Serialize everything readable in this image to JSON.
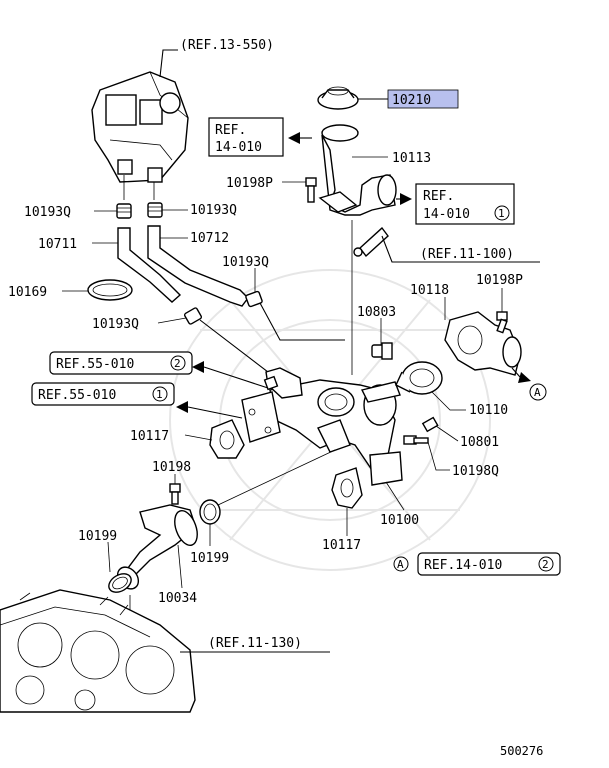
{
  "diagram_id": "500276",
  "highlight_color": "#b8c0ee",
  "refs": {
    "top": "(REF.13-550)",
    "r14_left_1": "REF.",
    "r14_left_2": "14-010",
    "r14_right_1": "REF.",
    "r14_right_2": "14-010",
    "r14_right_num": "1",
    "r11_100": "(REF.11-100)",
    "r55_a": "REF.55-010",
    "r55_a_num": "2",
    "r55_b": "REF.55-010",
    "r55_b_num": "1",
    "r14_bottom": "REF.14-010",
    "r14_bottom_num": "2",
    "r14_bottom_circle": "A",
    "r11_130": "(REF.11-130)",
    "outlet_circle": "A"
  },
  "parts": {
    "p10210": "10210",
    "p10113": "10113",
    "p10198P_a": "10198P",
    "p10193Q_a": "10193Q",
    "p10193Q_b": "10193Q",
    "p10711": "10711",
    "p10712": "10712",
    "p10193Q_c": "10193Q",
    "p10169": "10169",
    "p10193Q_d": "10193Q",
    "p10118": "10118",
    "p10198P_b": "10198P",
    "p10803": "10803",
    "p10110": "10110",
    "p10117_a": "10117",
    "p10801": "10801",
    "p10198Q": "10198Q",
    "p10198": "10198",
    "p10100": "10100",
    "p10199_a": "10199",
    "p10199_b": "10199",
    "p10117_b": "10117",
    "p10034": "10034"
  }
}
